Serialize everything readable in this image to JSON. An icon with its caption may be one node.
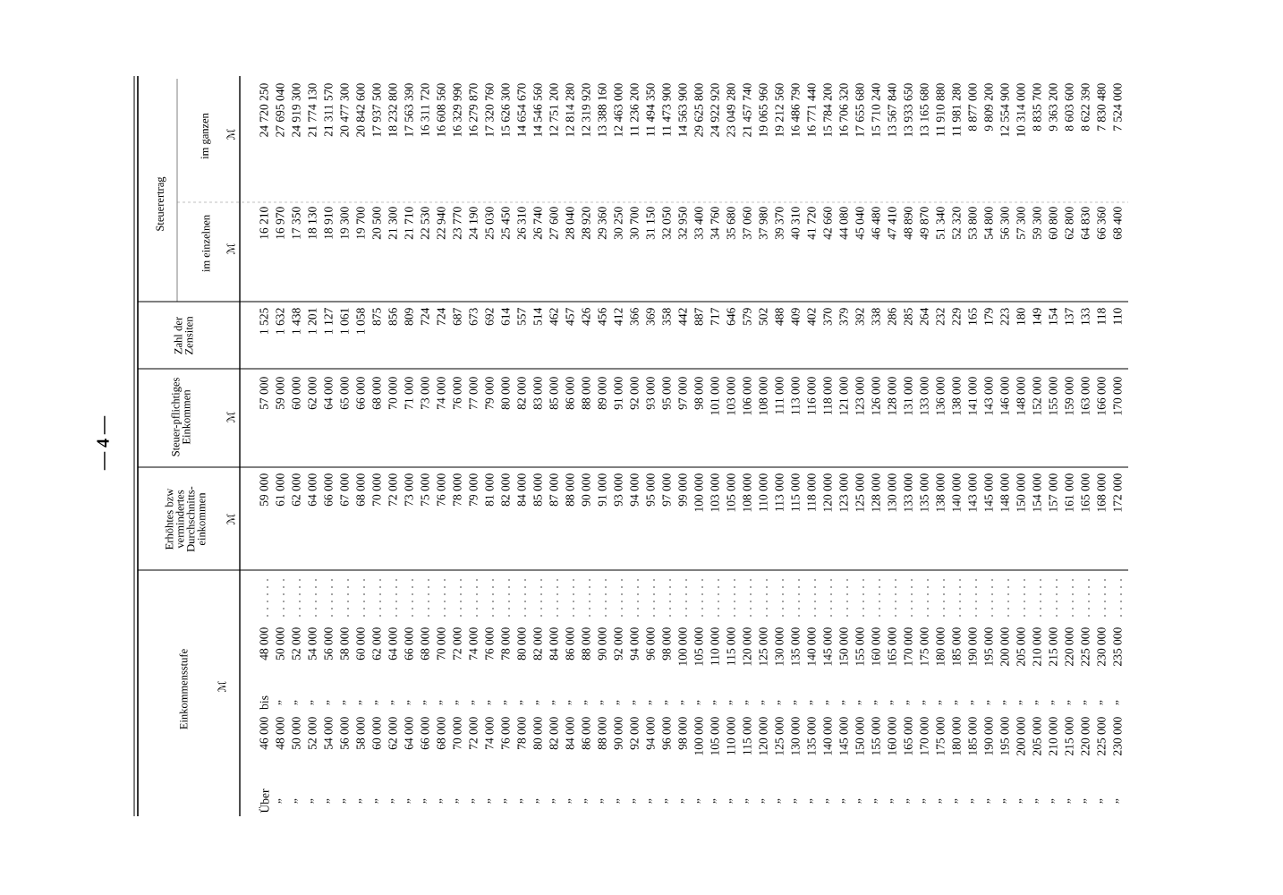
{
  "diagram": {
    "labels": [
      "— 4 —",
      "Einkommensstufe",
      "ℳ",
      "Erhöhtes bzw vermindertes Durchschnitts-einkommen",
      "ℳ",
      "Steuer-pflichtiges Einkommen",
      "ℳ",
      "Zahl der Zensiten",
      "Steuerertrag",
      "im einzelnen",
      "ℳ",
      "im ganzen",
      "ℳ",
      "Über",
      "46 000",
      "bis",
      "48 000",
      "59 000",
      "57 000",
      "1 525",
      "16 210",
      "24 720 250",
      "„",
      "48 000",
      "„",
      "50 000",
      "61 000",
      "59 000",
      "1 632",
      "16 970",
      "27 695 040",
      "„",
      "50 000",
      "„",
      "52 000",
      "62 000",
      "60 000",
      "1 438",
      "17 350",
      "24 919 300",
      "„",
      "52 000",
      "„",
      "54 000",
      "64 000",
      "62 000",
      "1 201",
      "18 130",
      "21 774 130",
      "„",
      "54 000",
      "„",
      "56 000",
      "66 000",
      "64 000",
      "1 127",
      "18 910",
      "21 311 570",
      "„",
      "56 000",
      "„",
      "58 000",
      "67 000",
      "65 000",
      "1 061",
      "19 300",
      "20 477 300",
      "„",
      "58 000",
      "„",
      "60 000",
      "68 000",
      "66 000",
      "1 058",
      "19 700",
      "20 842 600",
      "„",
      "60 000",
      "„",
      "62 000",
      "70 000",
      "68 000",
      "875",
      "20 500",
      "17 937 500",
      "„",
      "62 000",
      "„",
      "64 000",
      "72 000",
      "70 000",
      "856",
      "21 300",
      "18 232 800",
      "„",
      "64 000",
      "„",
      "66 000",
      "73 000",
      "71 000",
      "809",
      "21 710",
      "17 563 390",
      "„",
      "66 000",
      "„",
      "68 000",
      "75 000",
      "73 000",
      "724",
      "22 530",
      "16 311 720",
      "„",
      "68 000",
      "„",
      "70 000",
      "76 000",
      "74 000",
      "724",
      "22 940",
      "16 608 560",
      "„",
      "70 000",
      "„",
      "72 000",
      "78 000",
      "76 000",
      "687",
      "23 770",
      "16 329 990",
      "„",
      "72 000",
      "„",
      "74 000",
      "79 000",
      "77 000",
      "673",
      "24 190",
      "16 279 870",
      "„",
      "74 000",
      "„",
      "76 000",
      "81 000",
      "79 000",
      "692",
      "25 030",
      "17 320 760",
      "„",
      "76 000",
      "„",
      "78 000",
      "82 000",
      "80 000",
      "614",
      "25 450",
      "15 626 300",
      "„",
      "78 000",
      "„",
      "80 000",
      "84 000",
      "82 000",
      "557",
      "26 310",
      "14 654 670",
      "„",
      "80 000",
      "„",
      "82 000",
      "85 000",
      "83 000",
      "514",
      "26 740",
      "14 546 560",
      "„",
      "82 000",
      "„",
      "84 000",
      "87 000",
      "85 000",
      "462",
      "27 600",
      "12 751 200",
      "„",
      "84 000",
      "„",
      "86 000",
      "88 000",
      "86 000",
      "457",
      "28 040",
      "12 814 280",
      "„",
      "86 000",
      "„",
      "88 000",
      "90 000",
      "88 000",
      "426",
      "28 920",
      "12 319 920",
      "„",
      "88 000",
      "„",
      "90 000",
      "91 000",
      "89 000",
      "456",
      "29 360",
      "13 388 160",
      "„",
      "90 000",
      "„",
      "92 000",
      "93 000",
      "91 000",
      "412",
      "30 250",
      "12 463 000",
      "„",
      "92 000",
      "„",
      "94 000",
      "94 000",
      "92 000",
      "366",
      "30 700",
      "11 236 200",
      "„",
      "94 000",
      "„",
      "96 000",
      "95 000",
      "93 000",
      "369",
      "31 150",
      "11 494 350",
      "„",
      "96 000",
      "„",
      "98 000",
      "97 000",
      "95 000",
      "358",
      "32 050",
      "11 473 900",
      "„",
      "98 000",
      "„",
      "100 000",
      "99 000",
      "97 000",
      "442",
      "32 950",
      "14 563 900",
      "„",
      "100 000",
      "„",
      "105 000",
      "100 000",
      "98 000",
      "887",
      "33 400",
      "29 625 800",
      "„",
      "105 000",
      "„",
      "110 000",
      "103 000",
      "101 000",
      "717",
      "34 760",
      "24 922 920",
      "„",
      "110 000",
      "„",
      "115 000",
      "105 000",
      "103 000",
      "646",
      "35 680",
      "23 049 280",
      "„",
      "115 000",
      "„",
      "120 000",
      "108 000",
      "106 000",
      "579",
      "37 060",
      "21 457 740",
      "„",
      "120 000",
      "„",
      "125 000",
      "110 000",
      "108 000",
      "502",
      "37 980",
      "19 065 960",
      "„",
      "125 000",
      "„",
      "130 000",
      "113 000",
      "111 000",
      "488",
      "39 370",
      "19 212 560",
      "„",
      "130 000",
      "„",
      "135 000",
      "115 000",
      "113 000",
      "409",
      "40 310",
      "16 486 790",
      "„",
      "135 000",
      "„",
      "140 000",
      "118 000",
      "116 000",
      "402",
      "41 720",
      "16 771 440",
      "„",
      "140 000",
      "„",
      "145 000",
      "120 000",
      "118 000",
      "370",
      "42 660",
      "15 784 200",
      "„",
      "145 000",
      "„",
      "150 000",
      "123 000",
      "121 000",
      "379",
      "44 080",
      "16 706 320",
      "„",
      "150 000",
      "„",
      "155 000",
      "125 000",
      "123 000",
      "392",
      "45 040",
      "17 655 680",
      "„",
      "155 000",
      "„",
      "160 000",
      "128 000",
      "126 000",
      "338",
      "46 480",
      "15 710 240",
      "„",
      "160 000",
      "„",
      "165 000",
      "130 000",
      "128 000",
      "286",
      "47 410",
      "13 567 840",
      "„",
      "165 000",
      "„",
      "170 000",
      "133 000",
      "131 000",
      "285",
      "48 890",
      "13 933 650",
      "„",
      "170 000",
      "„",
      "175 000",
      "135 000",
      "133 000",
      "264",
      "49 870",
      "13 165 680",
      "„",
      "175 000",
      "„",
      "180 000",
      "138 000",
      "136 000",
      "232",
      "51 340",
      "11 910 880",
      "„",
      "180 000",
      "„",
      "185 000",
      "140 000",
      "138 000",
      "229",
      "52 320",
      "11 981 280",
      "„",
      "185 000",
      "„",
      "190 000",
      "143 000",
      "141 000",
      "165",
      "53 800",
      "8 877 000",
      "„",
      "190 000",
      "„",
      "195 000",
      "145 000",
      "143 000",
      "179",
      "54 800",
      "9 809 200",
      "„",
      "195 000",
      "„",
      "200 000",
      "148 000",
      "146 000",
      "223",
      "56 300",
      "12 554 900",
      "„",
      "200 000",
      "„",
      "205 000",
      "150 000",
      "148 000",
      "180",
      "57 300",
      "10 314 000",
      "„",
      "205 000",
      "„",
      "210 000",
      "154 000",
      "152 000",
      "149",
      "59 300",
      "8 835 700",
      "„",
      "210 000",
      "„",
      "215 000",
      "157 000",
      "155 000",
      "154",
      "60 800",
      "9 363 200",
      "„",
      "215 000",
      "„",
      "220 000",
      "161 000",
      "159 000",
      "137",
      "62 800",
      "8 603 600",
      "„",
      "220 000",
      "„",
      "225 000",
      "165 000",
      "163 000",
      "133",
      "64 830",
      "8 622 390",
      "„",
      "225 000",
      "„",
      "230 000",
      "168 000",
      "166 000",
      "118",
      "66 360",
      "7 830 480",
      "„",
      "230 000",
      "„",
      "235 000",
      "172 000",
      "170 000",
      "110",
      "68 400",
      "7 524 000"
    ]
  }
}
